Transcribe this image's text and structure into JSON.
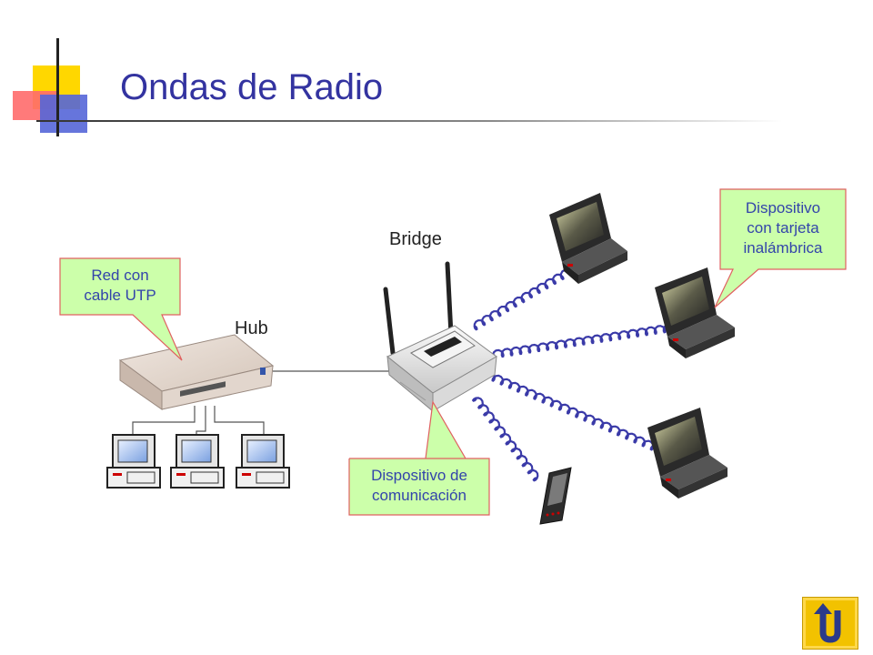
{
  "slide": {
    "title": "Ondas de Radio",
    "labels": {
      "bridge": "Bridge",
      "hub": "Hub"
    },
    "callouts": {
      "utp": [
        "Red con",
        "cable UTP"
      ],
      "device": [
        "Dispositivo de",
        "comunicación"
      ],
      "wireless": [
        "Dispositivo",
        "con tarjeta",
        "inalámbrica"
      ]
    },
    "nav": {
      "back_icon": "u-turn-back-icon"
    },
    "colors": {
      "title": "#3333a0",
      "callout_fill": "#ccffaa",
      "callout_border": "#e06060",
      "callout_text": "#3344aa",
      "wave": "#3a3aa8",
      "back_button": "#f2c200"
    }
  }
}
